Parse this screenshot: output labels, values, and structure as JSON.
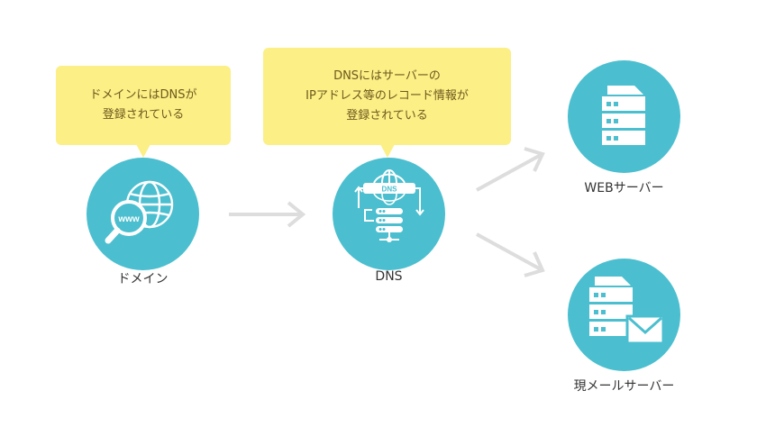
{
  "bubbles": {
    "domain": {
      "line1": "ドメインにはDNSが",
      "line2": "登録されている"
    },
    "dns": {
      "line1": "DNSにはサーバーの",
      "line2": "IPアドレス等のレコード情報が",
      "line3": "登録されている"
    }
  },
  "nodes": {
    "domain": {
      "label": "ドメイン",
      "icon": "globe-magnifier-icon",
      "badge": "www"
    },
    "dns": {
      "label": "DNS",
      "icon": "dns-server-icon",
      "badge": "DNS"
    },
    "web": {
      "label": "WEBサーバー",
      "icon": "server-icon"
    },
    "mail": {
      "label": "現メールサーバー",
      "icon": "mail-server-icon"
    }
  },
  "colors": {
    "circle": "#4bbfcf",
    "bubble": "#fbef86",
    "arrow": "#dddddd",
    "text": "#333333"
  }
}
